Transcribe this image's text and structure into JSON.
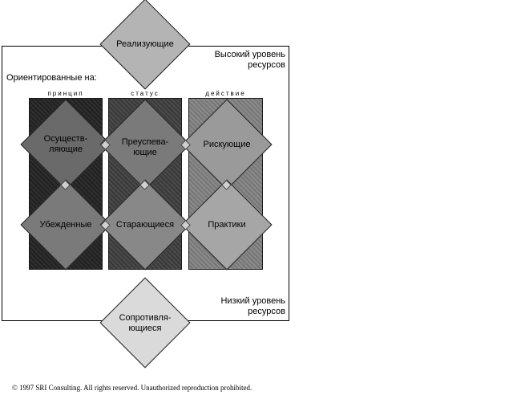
{
  "top_node": {
    "label": "Реализующие"
  },
  "bottom_node": {
    "label": "Сопротивля-\nющиеся"
  },
  "high_resources": {
    "line1": "Высокий уровень",
    "line2": "ресурсов"
  },
  "low_resources": {
    "line1": "Низкий уровень",
    "line2": "ресурсов"
  },
  "oriented_on": "Ориентированные на:",
  "columns": [
    {
      "heading": "принцип"
    },
    {
      "heading": "статус"
    },
    {
      "heading": "действие"
    }
  ],
  "groups": {
    "upper": [
      "Осуществ-\nляющие",
      "Преуспева-\nющие",
      "Рискующие"
    ],
    "lower": [
      "Убежденные",
      "Старающиеся",
      "Практики"
    ]
  },
  "copyright": "© 1997 SRI Consulting. All rights reserved. Unauthorized reproduction prohibited.",
  "colors": {
    "dark_column": "#2e2e2e",
    "mid_column": "#4a4a4a",
    "light_column": "#8a8a8a",
    "diamond_fill": "#8a8a8a",
    "top_diamond_fill": "#b4b4b4",
    "bottom_diamond_fill": "#dadada"
  }
}
